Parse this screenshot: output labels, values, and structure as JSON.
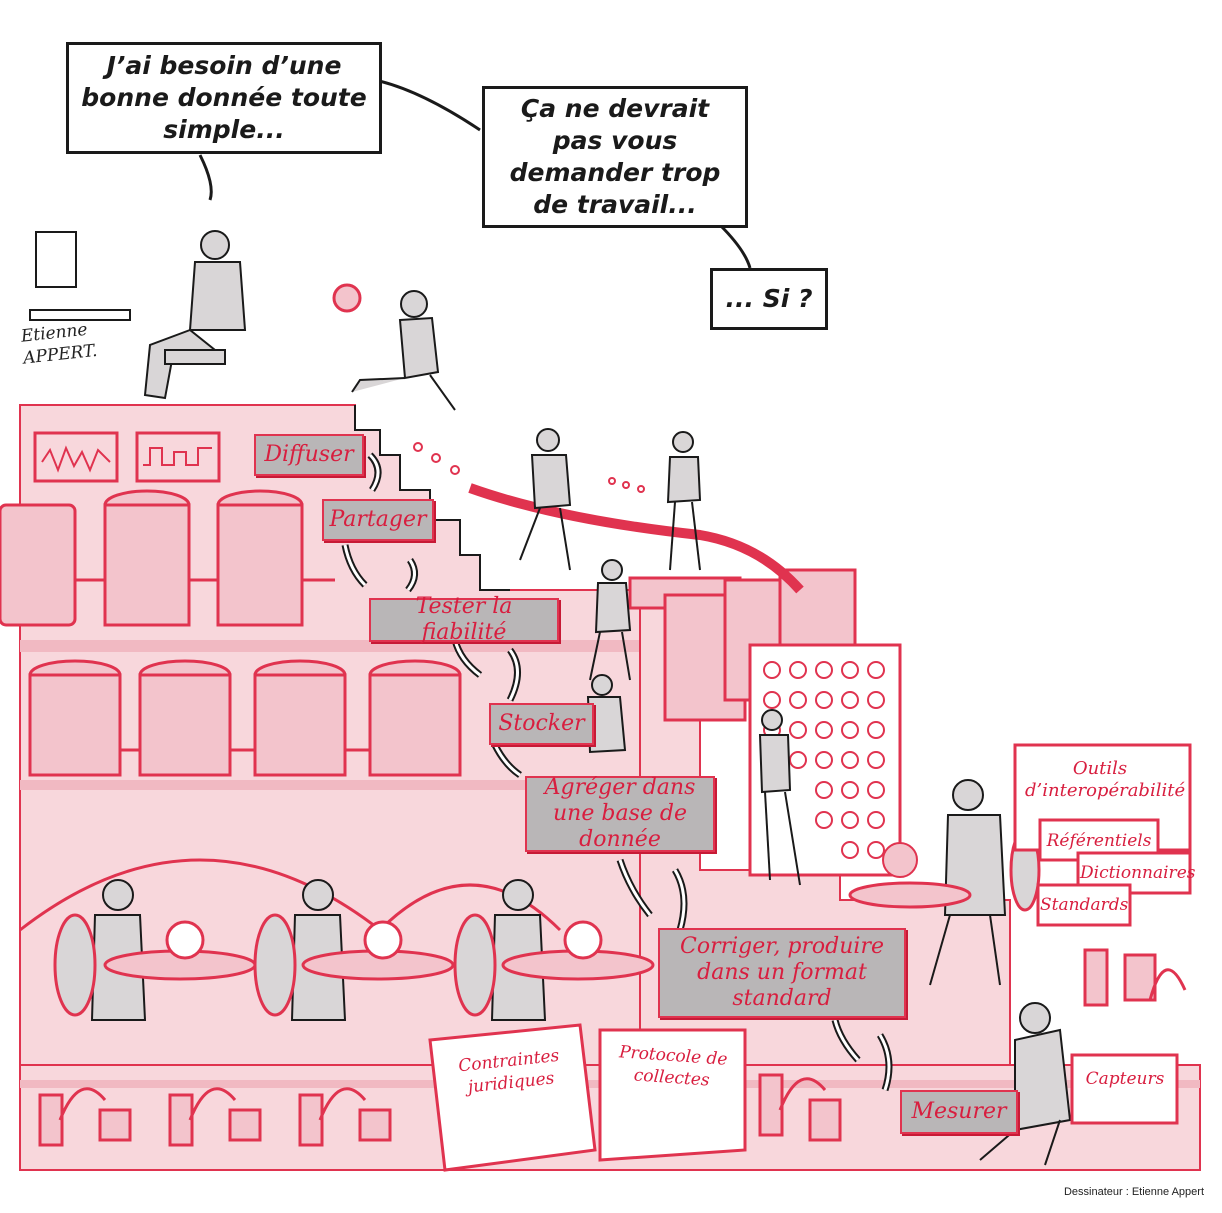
{
  "speech": {
    "bubble1": "J’ai besoin d’une bonne donnée toute simple...",
    "bubble2": "Ça ne devrait pas vous demander trop de travail...",
    "bubble3": "... Si ?"
  },
  "signature": "Etienne APPERT.",
  "steps": {
    "diffuser": "Diffuser",
    "partager": "Partager",
    "tester": "Tester la fiabilité",
    "stocker": "Stocker",
    "agreger": "Agréger dans une base de donnée",
    "corriger": "Corriger, produire dans un format standard",
    "mesurer": "Mesurer"
  },
  "signs": {
    "interop": "Outils d’interopérabilité",
    "referentiels": "Référentiels",
    "dictionnaires": "Dictionnaires",
    "standards": "Standards",
    "contraintes": "Contraintes juridiques",
    "protocole": "Protocole de collectes",
    "capteurs": "Capteurs"
  },
  "credit": "Dessinateur : Etienne Appert",
  "colors": {
    "accent": "#e0334f",
    "pink_fill": "#f8d7dc",
    "label_gray": "#b9b6b7",
    "ink": "#1a1a1a"
  }
}
